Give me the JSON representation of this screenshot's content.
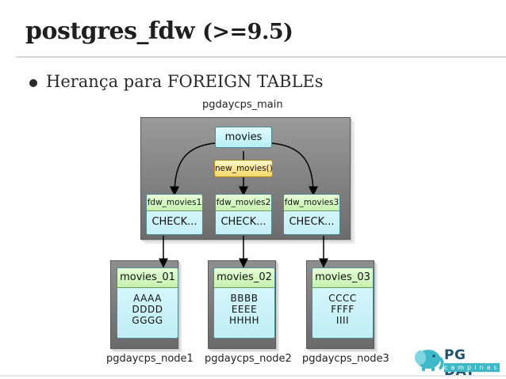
{
  "slide": {
    "title": "postgres_fdw",
    "title_suffix": "(>=9.5)",
    "bullet": "Herança para FOREIGN TABLEs"
  },
  "diagram": {
    "main_label": "pgdaycps_main",
    "parent_table": "movies",
    "new_table": "new_movies()",
    "foreign_tables": [
      {
        "name": "fdw_movies1",
        "check": "CHECK..."
      },
      {
        "name": "fdw_movies2",
        "check": "CHECK..."
      },
      {
        "name": "fdw_movies3",
        "check": "CHECK..."
      }
    ],
    "nodes": [
      {
        "table": "movies_01",
        "rows": [
          "AAAA",
          "DDDD",
          "GGGG"
        ],
        "label": "pgdaycps_node1"
      },
      {
        "table": "movies_02",
        "rows": [
          "BBBB",
          "EEEE",
          "HHHH"
        ],
        "label": "pgdaycps_node2"
      },
      {
        "table": "movies_03",
        "rows": [
          "CCCC",
          "FFFF",
          "IIII"
        ],
        "label": "pgdaycps_node3"
      }
    ]
  },
  "logo": {
    "line1": "PG DAY",
    "line2": "campinas",
    "colors": {
      "teal": "#3fb8c8",
      "dark": "#1f4f6a"
    }
  }
}
